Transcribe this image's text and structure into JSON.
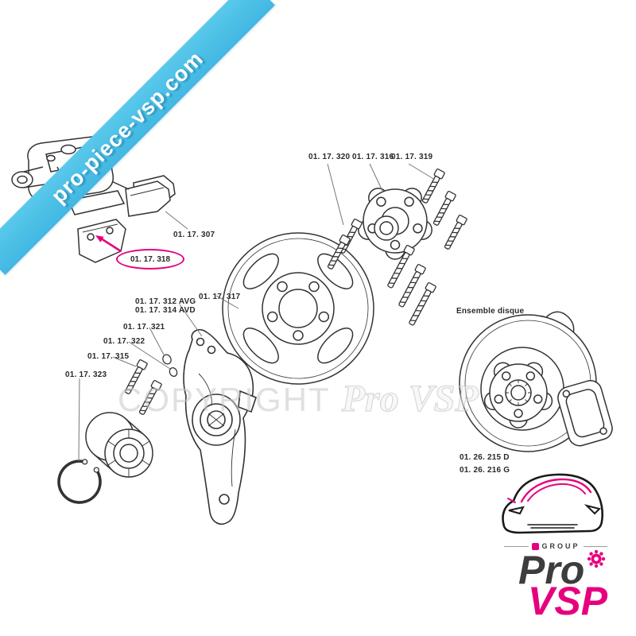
{
  "banner": {
    "text": "pro-piece-vsp.com",
    "bg_color": "#49bfe8",
    "text_color": "#ffffff"
  },
  "watermark": {
    "prefix": "COPYRIGHT",
    "brand": "Pro VSP"
  },
  "diagram": {
    "assembly_title": "Ensemble disque",
    "highlight_color": "#e6007e",
    "parts": [
      {
        "ref": "01. 17. 320"
      },
      {
        "ref": "01. 17. 316"
      },
      {
        "ref": "01. 17. 319"
      },
      {
        "ref": "01. 17. 307"
      },
      {
        "ref": "01. 17. 318",
        "highlighted": true
      },
      {
        "ref": "01. 17. 312 AVG"
      },
      {
        "ref": "01. 17. 314 AVD"
      },
      {
        "ref": "01. 17. 317"
      },
      {
        "ref": "01. 17. 321"
      },
      {
        "ref": "01. 17. 322"
      },
      {
        "ref": "01. 17. 315"
      },
      {
        "ref": "01. 17. 323"
      },
      {
        "ref": "01. 26. 215 D"
      },
      {
        "ref": "01. 26. 216 G"
      }
    ]
  },
  "logo": {
    "group": "GROUP",
    "pro": "Pro",
    "vsp": "VSP",
    "accent": "#e6007e"
  }
}
